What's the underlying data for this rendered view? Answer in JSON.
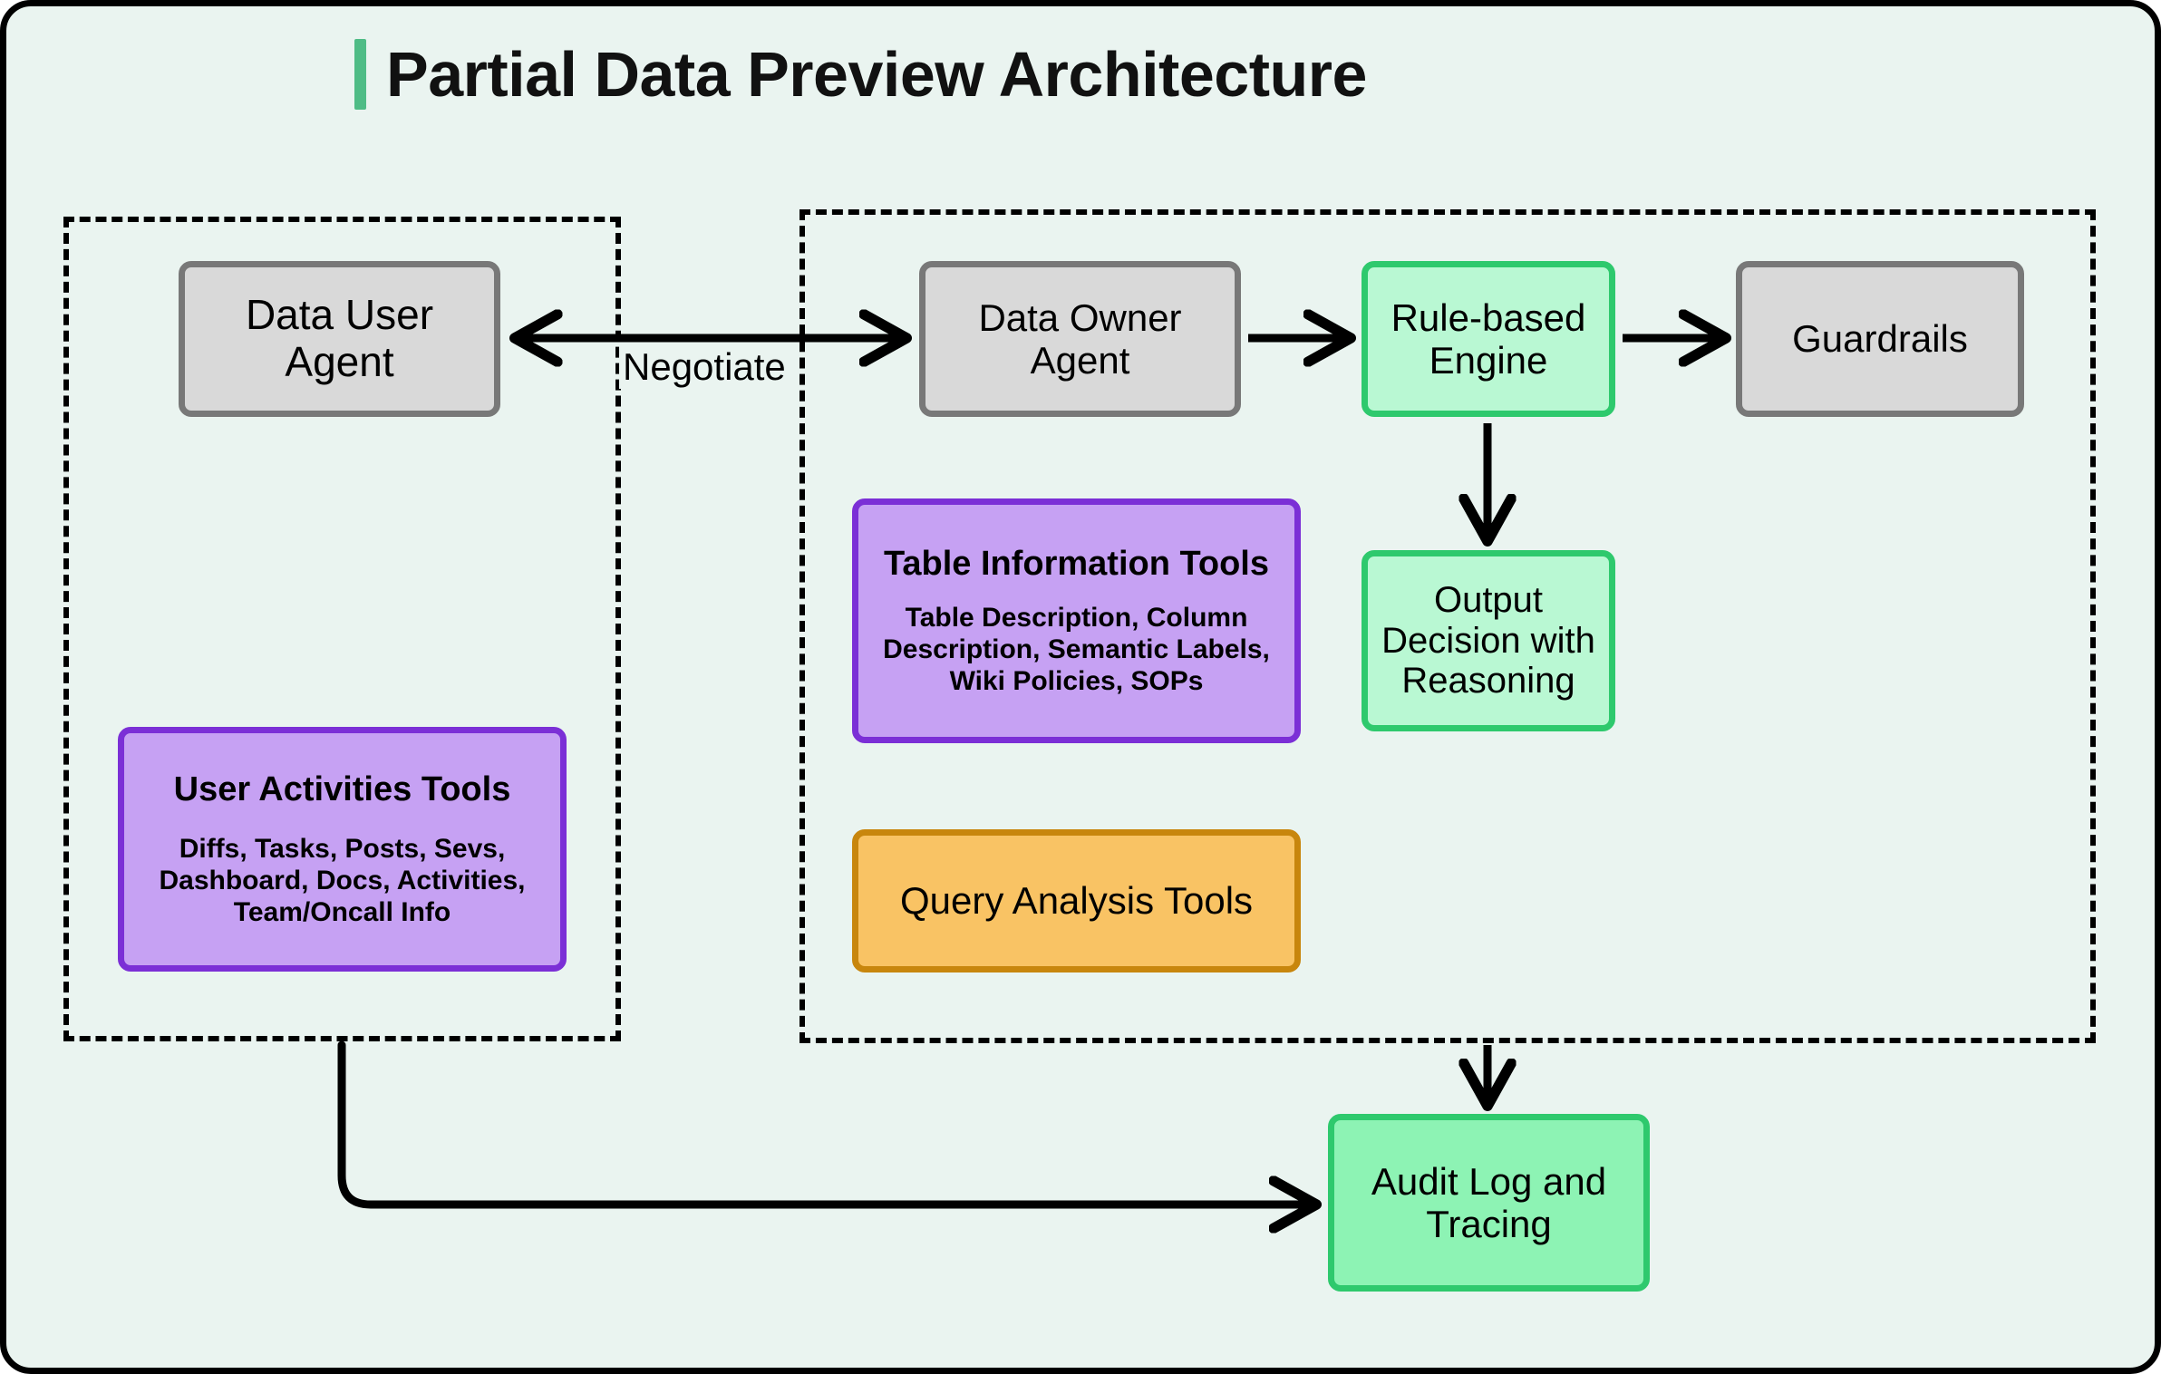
{
  "page": {
    "title": "Partial Data Preview Architecture",
    "background_color": "#eaf4f0",
    "border_color": "#000000",
    "accent_color": "#4fbc86"
  },
  "groups": {
    "user_side": {
      "name": "data-user-boundary"
    },
    "owner_side": {
      "name": "data-owner-boundary"
    }
  },
  "nodes": {
    "data_user_agent": {
      "label": "Data User Agent",
      "fill": "#d9d9d9",
      "stroke": "#787878"
    },
    "data_owner_agent": {
      "label": "Data Owner Agent",
      "fill": "#d9d9d9",
      "stroke": "#787878"
    },
    "rule_engine": {
      "label": "Rule-based Engine",
      "fill": "#b9f8d3",
      "stroke": "#2ec96d"
    },
    "guardrails": {
      "label": "Guardrails",
      "fill": "#d9d9d9",
      "stroke": "#787878"
    },
    "output_decision": {
      "label": "Output Decision with Reasoning",
      "fill": "#b9f8d3",
      "stroke": "#2ec96d"
    },
    "table_info_tools": {
      "title": "Table Information Tools",
      "details": "Table Description, Column Description, Semantic Labels, Wiki Policies, SOPs",
      "fill": "#c6a1f3",
      "stroke": "#7b2fd6"
    },
    "user_activities_tools": {
      "title": "User Activities Tools",
      "details": "Diffs, Tasks, Posts, Sevs, Dashboard, Docs, Activities, Team/Oncall Info",
      "fill": "#c6a1f3",
      "stroke": "#7b2fd6"
    },
    "query_analysis_tools": {
      "label": "Query Analysis Tools",
      "fill": "#f9c364",
      "stroke": "#c8860d"
    },
    "audit_log": {
      "label": "Audit Log and Tracing",
      "fill": "#8df3b4",
      "stroke": "#2ec96d"
    }
  },
  "edges": {
    "negotiate_label": "Negotiate"
  }
}
